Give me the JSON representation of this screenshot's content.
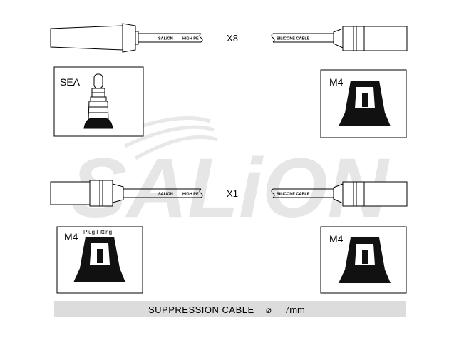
{
  "watermark": {
    "text": "SALiON",
    "color": "#e6e6e6"
  },
  "top_row": {
    "quantity": "X8",
    "cable_print_left_brand": "SALiON",
    "cable_print_left_spec": "HIGH PE",
    "cable_print_right": "SILICONE CABLE"
  },
  "bottom_row": {
    "quantity": "X1",
    "cable_print_left_brand": "SALiON",
    "cable_print_left_spec": "HIGH PE",
    "cable_print_right": "SILICONE CABLE"
  },
  "fittings": {
    "top_left": {
      "label": "SEA"
    },
    "top_right": {
      "label": "M4"
    },
    "bottom_left": {
      "label": "M4",
      "caption": "Plug Fitting"
    },
    "bottom_right": {
      "label": "M4"
    }
  },
  "footer": {
    "text": "SUPPRESSION CABLE",
    "diameter_symbol": "⌀",
    "diameter_value": "7mm",
    "bar_color": "#dcdcdc"
  },
  "colors": {
    "line": "#000000",
    "fill": "#111111",
    "bg": "#ffffff"
  }
}
